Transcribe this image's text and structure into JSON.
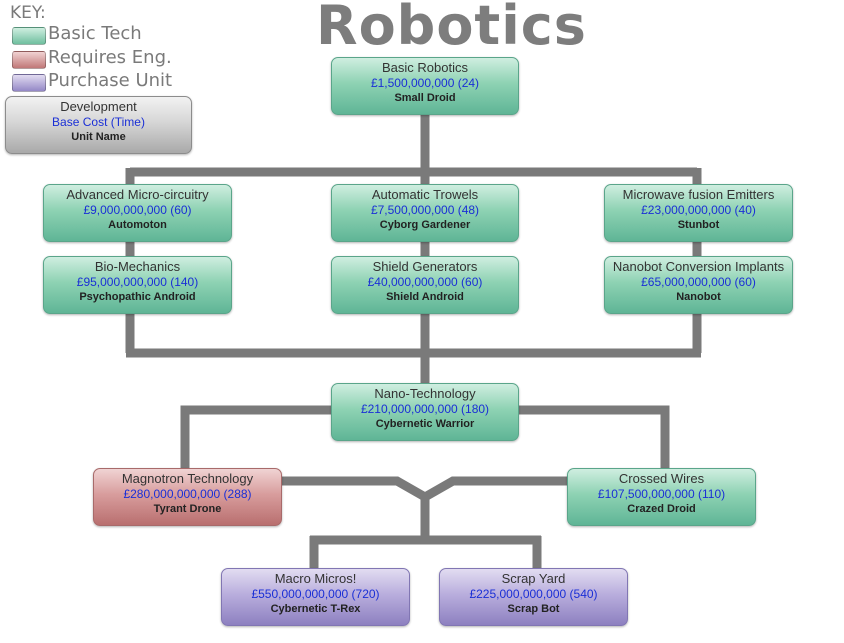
{
  "title": "Robotics",
  "key": {
    "heading": "KEY:",
    "items": [
      {
        "label": "Basic Tech",
        "color": "#8ed2b3"
      },
      {
        "label": "Requires Eng.",
        "color": "#d89d9d"
      },
      {
        "label": "Purchase Unit",
        "color": "#b9aedd"
      }
    ],
    "legend_box": {
      "name": "Development",
      "cost": "Base Cost (Time)",
      "unit": "Unit Name"
    }
  },
  "nodes": {
    "basic_robotics": {
      "name": "Basic Robotics",
      "cost": "£1,500,000,000 (24)",
      "unit": "Small Droid",
      "category": "basic"
    },
    "adv_micro": {
      "name": "Advanced Micro-circuitry",
      "cost": "£9,000,000,000 (60)",
      "unit": "Automoton",
      "category": "basic"
    },
    "auto_trowels": {
      "name": "Automatic Trowels",
      "cost": "£7,500,000,000 (48)",
      "unit": "Cyborg Gardener",
      "category": "basic"
    },
    "microwave": {
      "name": "Microwave fusion Emitters",
      "cost": "£23,000,000,000 (40)",
      "unit": "Stunbot",
      "category": "basic"
    },
    "bio_mech": {
      "name": "Bio-Mechanics",
      "cost": "£95,000,000,000 (140)",
      "unit": "Psychopathic Android",
      "category": "basic"
    },
    "shield_gen": {
      "name": "Shield Generators",
      "cost": "£40,000,000,000 (60)",
      "unit": "Shield Android",
      "category": "basic"
    },
    "nanobot_implants": {
      "name": "Nanobot Conversion Implants",
      "cost": "£65,000,000,000 (60)",
      "unit": "Nanobot",
      "category": "basic"
    },
    "nano_tech": {
      "name": "Nano-Technology",
      "cost": "£210,000,000,000 (180)",
      "unit": "Cybernetic Warrior",
      "category": "basic"
    },
    "magnotron": {
      "name": "Magnotron Technology",
      "cost": "£280,000,000,000 (288)",
      "unit": "Tyrant Drone",
      "category": "eng"
    },
    "crossed_wires": {
      "name": "Crossed Wires",
      "cost": "£107,500,000,000 (110)",
      "unit": "Crazed Droid",
      "category": "basic"
    },
    "macro_micros": {
      "name": "Macro Micros!",
      "cost": "£550,000,000,000 (720)",
      "unit": "Cybernetic T-Rex",
      "category": "purchase"
    },
    "scrap_yard": {
      "name": "Scrap Yard",
      "cost": "£225,000,000,000 (540)",
      "unit": "Scrap Bot",
      "category": "purchase"
    }
  }
}
